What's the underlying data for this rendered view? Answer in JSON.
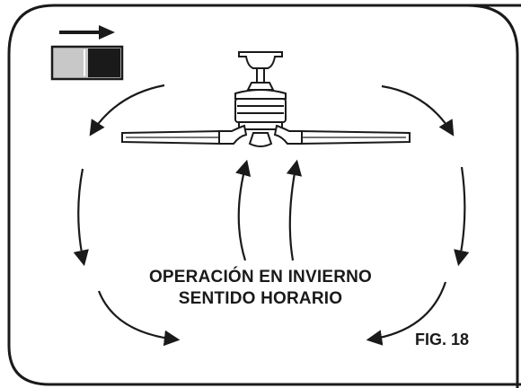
{
  "figure": {
    "title_line1": "OPERACIÓN EN INVIERNO",
    "title_line2": "SENTIDO HORARIO",
    "label": "FIG. 18"
  },
  "switch": {
    "position": "right",
    "indicator": "right-arrow-icon"
  },
  "colors": {
    "ink": "#1a1a1a",
    "switch_body": "#c8c8c8",
    "switch_knob": "#1a1a1a",
    "background": "#ffffff"
  }
}
